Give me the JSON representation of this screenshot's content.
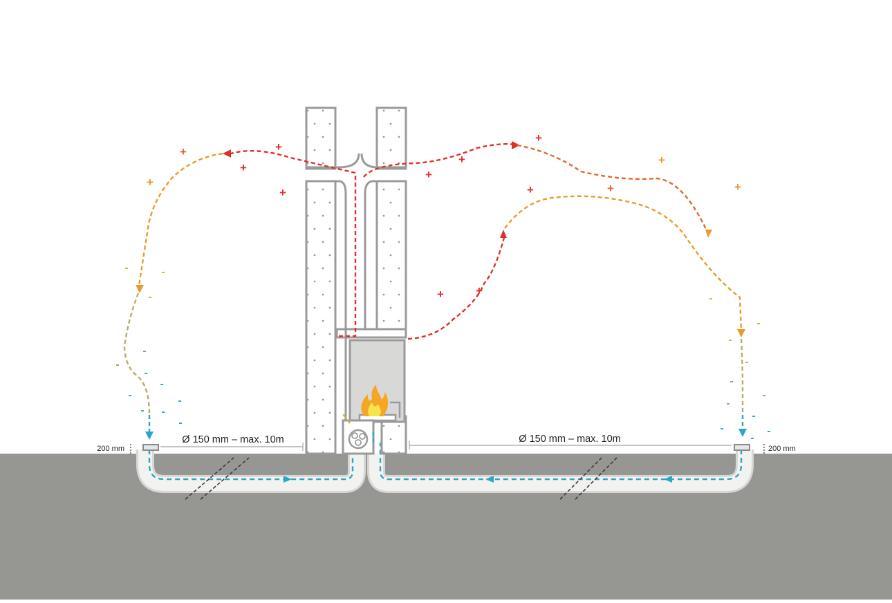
{
  "labels": {
    "pipe_left": "Ø 150 mm – max. 10m",
    "pipe_right": "Ø 150 mm – max. 10m",
    "height_left": "200 mm",
    "height_right": "200 mm"
  },
  "symbols": {
    "plus": "+",
    "minus": "-"
  },
  "colors": {
    "floor": "#969693",
    "wall_stroke": "#9a9a9a",
    "hot_air": "#e0302a",
    "warm_air": "#ea9a2c",
    "cool_air": "#d3b33a",
    "cold_air": "#2aa6c6",
    "flame_outer": "#f5a623",
    "flame_inner": "#f8e34a"
  }
}
